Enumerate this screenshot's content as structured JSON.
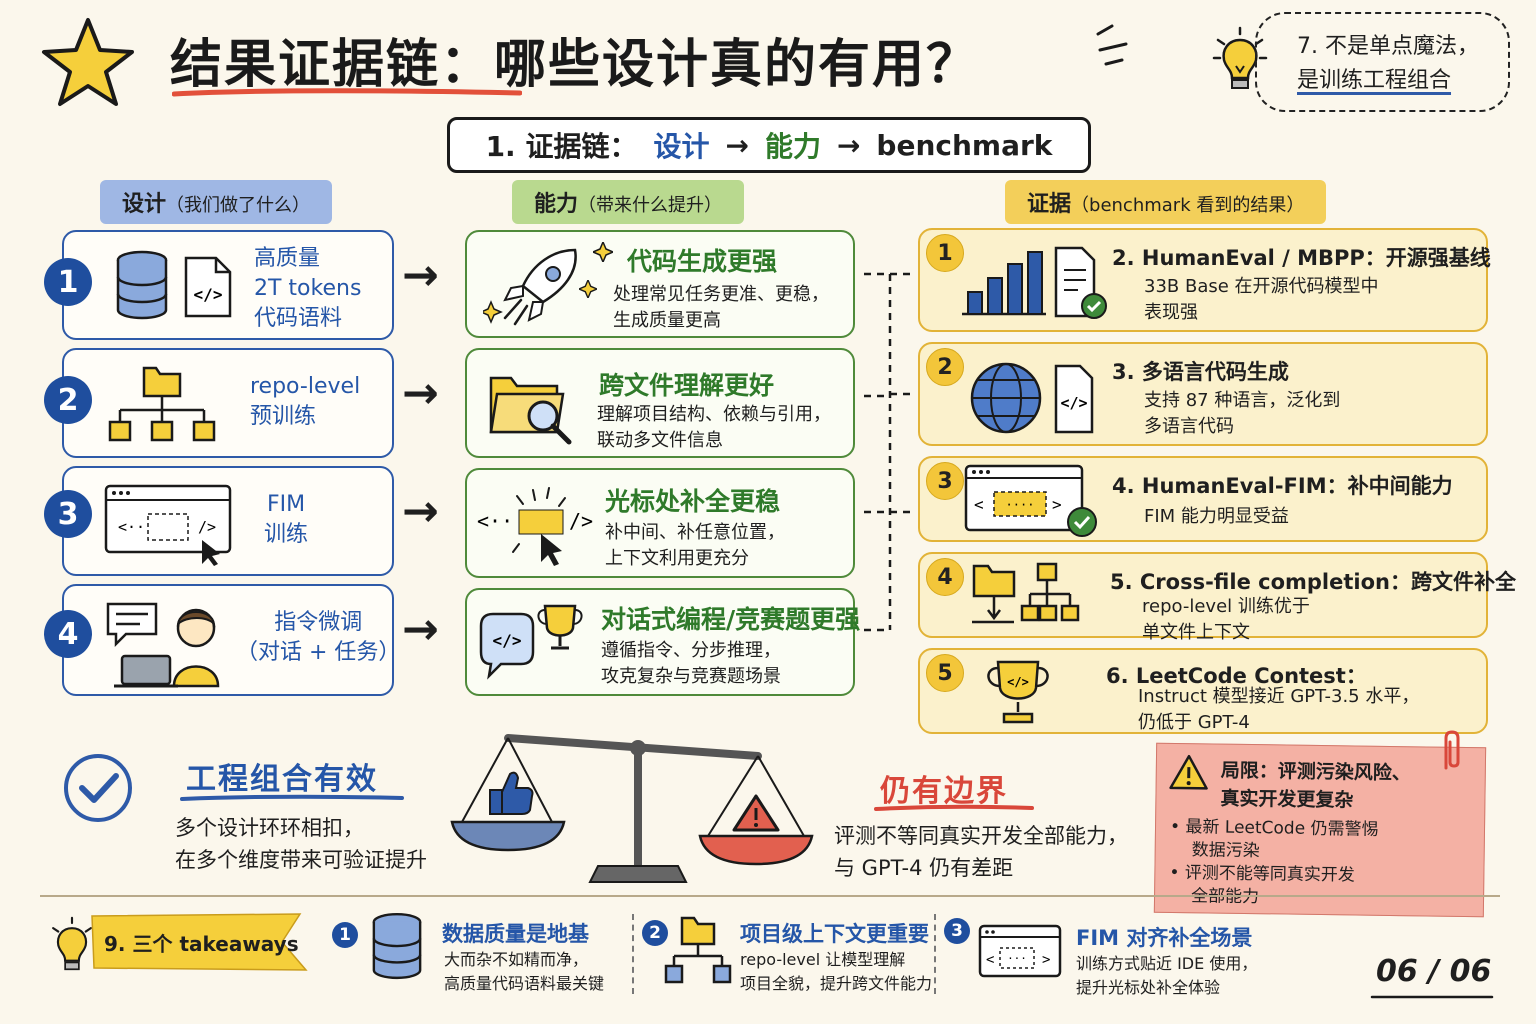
{
  "header": {
    "title": "结果证据链：哪些设计真的有用？",
    "tip_line1": "7. 不是单点魔法，",
    "tip_line2": "是训练工程组合"
  },
  "chain": {
    "prefix": "1. 证据链：",
    "design": "设计",
    "arrow1": "→",
    "ability": "能力",
    "arrow2": "→",
    "benchmark": "benchmark"
  },
  "columns": {
    "design_head": "设计",
    "design_sub": "（我们做了什么）",
    "ability_head": "能力",
    "ability_sub": "（带来什么提升）",
    "evidence_head": "证据",
    "evidence_sub": "（benchmark 看到的结果）"
  },
  "design_items": [
    {
      "num": "1",
      "l1": "高质量",
      "l2": "2T tokens",
      "l3": "代码语料"
    },
    {
      "num": "2",
      "l1": "repo-level",
      "l2": "预训练"
    },
    {
      "num": "3",
      "l1": "FIM",
      "l2": "训练"
    },
    {
      "num": "4",
      "l1": "指令微调",
      "l2": "（对话 + 任务）"
    }
  ],
  "ability_items": [
    {
      "title": "代码生成更强",
      "d1": "处理常见任务更准、更稳，",
      "d2": "生成质量更高"
    },
    {
      "title": "跨文件理解更好",
      "d1": "理解项目结构、依赖与引用，",
      "d2": "联动多文件信息"
    },
    {
      "title": "光标处补全更稳",
      "d1": "补中间、补任意位置，",
      "d2": "上下文利用更充分"
    },
    {
      "title": "对话式编程/竞赛题更强",
      "d1": "遵循指令、分步推理，",
      "d2": "攻克复杂与竞赛题场景"
    }
  ],
  "evidence_items": [
    {
      "num": "1",
      "title": "2. HumanEval / MBPP：开源强基线",
      "d1": "33B Base 在开源代码模型中",
      "d2": "表现强"
    },
    {
      "num": "2",
      "title": "3. 多语言代码生成",
      "d1": "支持 87 种语言，泛化到",
      "d2": "多语言代码"
    },
    {
      "num": "3",
      "title": "4. HumanEval-FIM：补中间能力",
      "d1": "FIM 能力明显受益",
      "d2": ""
    },
    {
      "num": "4",
      "title": "5. Cross-file completion：跨文件补全",
      "d1": "repo-level 训练优于",
      "d2": "单文件上下文"
    },
    {
      "num": "5",
      "title": "6. LeetCode Contest：",
      "d1": "Instruct 模型接近 GPT-3.5 水平，",
      "d2": "仍低于 GPT-4"
    }
  ],
  "effective": {
    "title": "工程组合有效",
    "d1": "多个设计环环相扣，",
    "d2": "在多个维度带来可验证提升"
  },
  "boundary": {
    "title": "仍有边界",
    "d1": "评测不等同真实开发全部能力，",
    "d2": "与 GPT-4 仍有差距"
  },
  "limits": {
    "title1": "局限：评测污染风险、",
    "title2": "真实开发更复杂",
    "b1a": "• 最新 LeetCode 仍需警惕",
    "b1b": "数据污染",
    "b2a": "• 评测不能等同真实开发",
    "b2b": "全部能力"
  },
  "takeaways": {
    "label": "9. 三个 takeaways",
    "items": [
      {
        "num": "1",
        "title": "数据质量是地基",
        "d1": "大而杂不如精而净，",
        "d2": "高质量代码语料最关键"
      },
      {
        "num": "2",
        "title": "项目级上下文更重要",
        "d1": "repo-level 让模型理解",
        "d2": "项目全貌，提升跨文件能力"
      },
      {
        "num": "3",
        "title": "FIM 对齐补全场景",
        "d1": "训练方式贴近 IDE 使用，",
        "d2": "提升光标处补全体验"
      }
    ]
  },
  "page_number": "06 / 06"
}
